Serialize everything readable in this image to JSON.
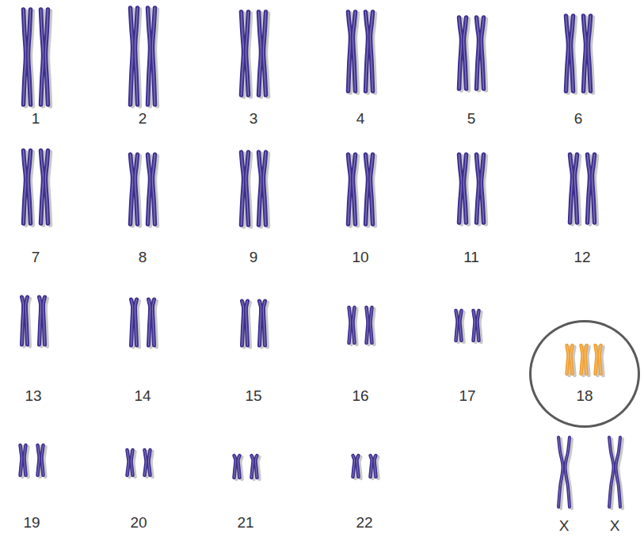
{
  "diagram": {
    "nodes": [
      {
        "text": [
          "18"
        ]
      }
    ],
    "labels": [
      "1",
      "2",
      "3",
      "4",
      "5",
      "6",
      "7",
      "8",
      "9",
      "10",
      "11",
      "12",
      "13",
      "14",
      "15",
      "16",
      "17",
      "19",
      "20",
      "21",
      "22",
      "X",
      "X"
    ]
  }
}
